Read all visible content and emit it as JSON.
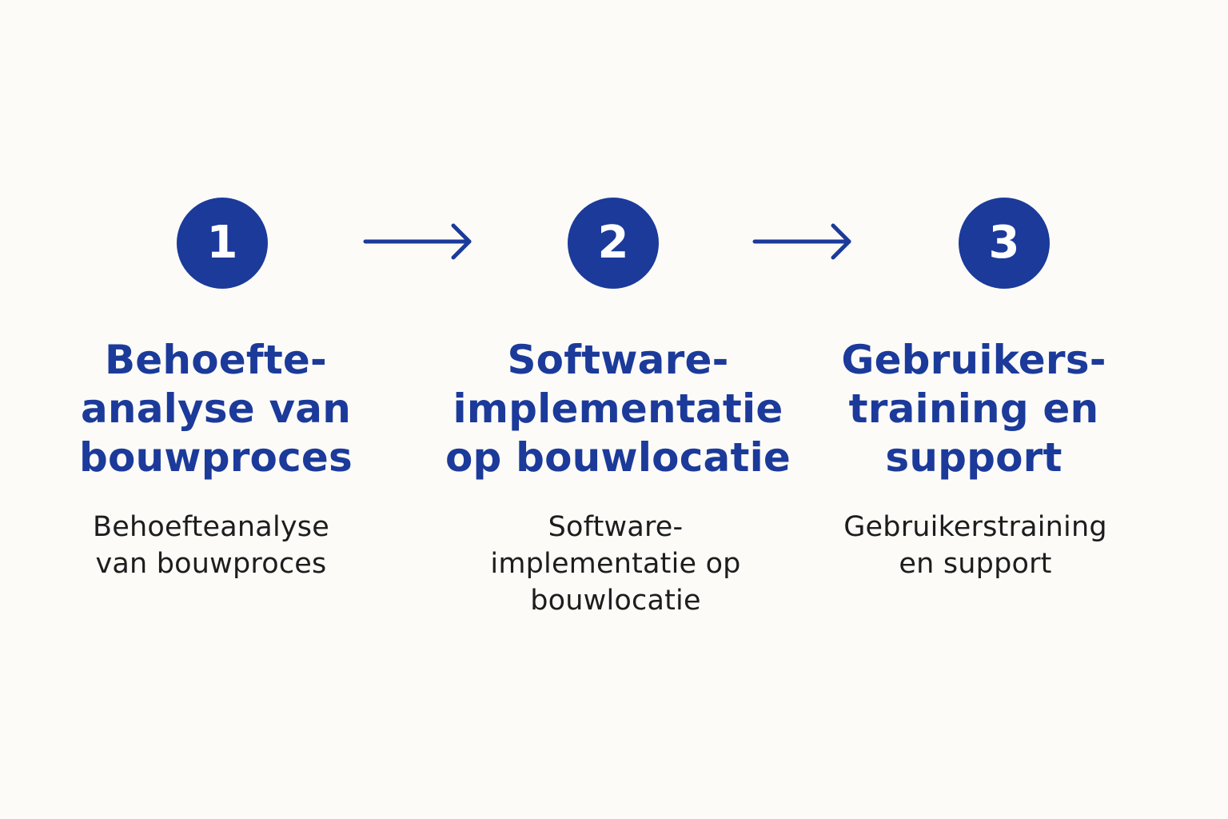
{
  "colors": {
    "background": "#fcfbf8",
    "accent": "#1b3a9a",
    "text": "#1d1d1d"
  },
  "steps": [
    {
      "number": "1",
      "title_lines": [
        "Behoefte-",
        "analyse van",
        "bouwproces"
      ],
      "desc_lines": [
        "Behoefteanalyse",
        "van bouwproces"
      ]
    },
    {
      "number": "2",
      "title_lines": [
        "Software-",
        "implementatie",
        "op bouwlocatie"
      ],
      "desc_lines": [
        "Software-",
        "implementatie op",
        "bouwlocatie"
      ]
    },
    {
      "number": "3",
      "title_lines": [
        "Gebruikers-",
        "training en",
        "support"
      ],
      "desc_lines": [
        "Gebruikerstraining",
        "en support"
      ]
    }
  ],
  "connectors": [
    {
      "icon": "arrow-right-icon"
    },
    {
      "icon": "arrow-right-icon"
    }
  ]
}
